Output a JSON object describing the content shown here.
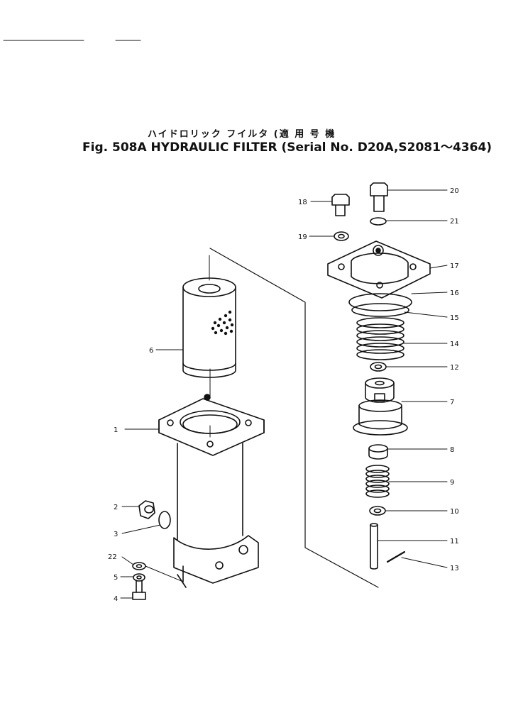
{
  "header": {
    "title_jp": "ハイドロリック フイルタ (適 用 号 機",
    "title_main": "Fig. 508A HYDRAULIC FILTER (Serial No. D20A,S2081～4364)"
  },
  "callouts": {
    "c1": "1",
    "c2": "2",
    "c3": "3",
    "c4": "4",
    "c5": "5",
    "c6": "6",
    "c7": "7",
    "c8": "8",
    "c9": "9",
    "c10": "10",
    "c11": "11",
    "c12": "12",
    "c13": "13",
    "c14": "14",
    "c15": "15",
    "c16": "16",
    "c17": "17",
    "c18": "18",
    "c19": "19",
    "c20": "20",
    "c21": "21",
    "c22": "22"
  },
  "colors": {
    "ink": "#111111",
    "paper": "#ffffff"
  }
}
